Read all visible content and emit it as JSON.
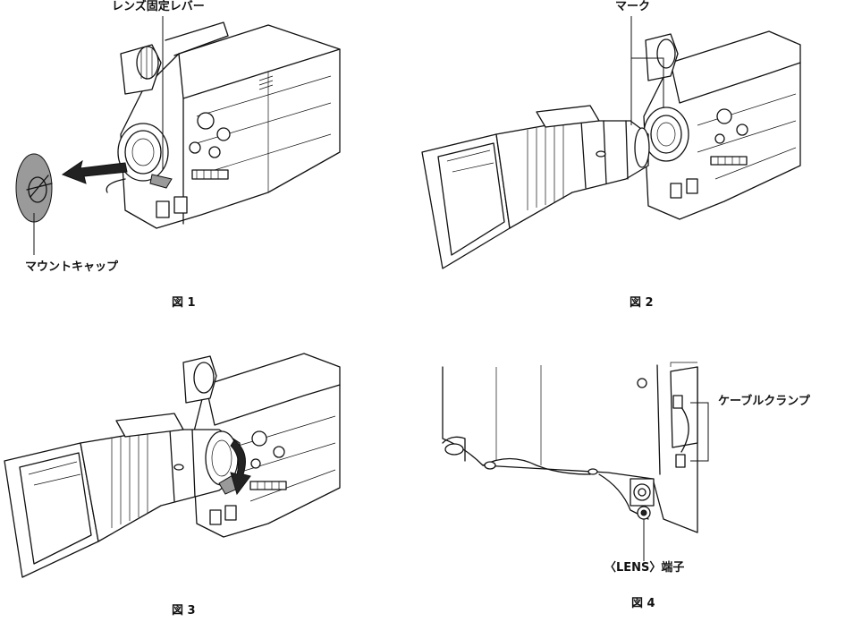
{
  "figures": [
    {
      "caption": "図 1",
      "labels": [
        "レンズ固定レバー",
        "マウントキャップ"
      ]
    },
    {
      "caption": "図 2",
      "labels": [
        "マーク"
      ]
    },
    {
      "caption": "図 3",
      "labels": []
    },
    {
      "caption": "図 4",
      "labels": [
        "ケーブルクランプ",
        "〈LENS〉端子"
      ]
    }
  ]
}
